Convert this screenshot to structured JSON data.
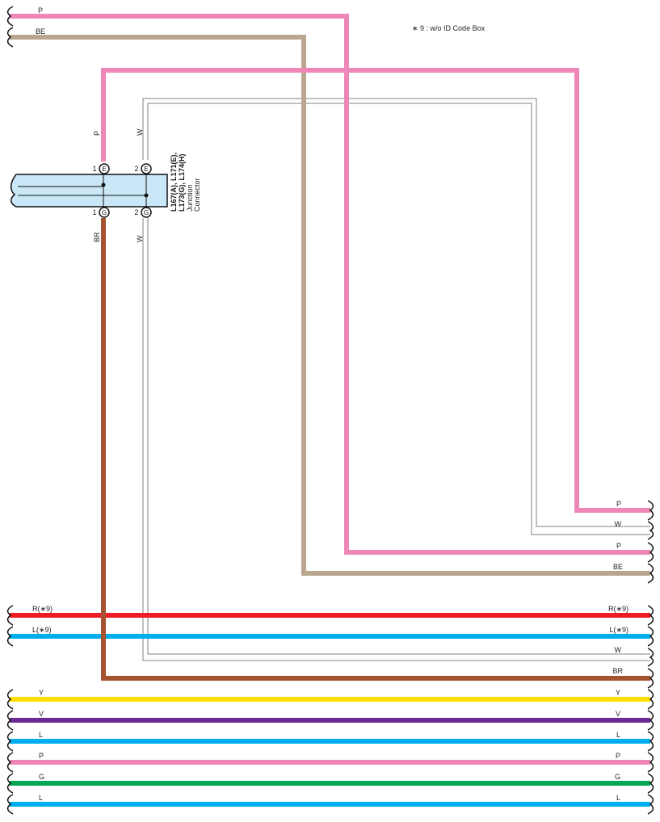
{
  "note": "∗ 9 : w/o ID Code Box",
  "colors": {
    "P": "#EE86B7",
    "BE": "#B8A68E",
    "W": "#808080",
    "BR": "#A3532F",
    "R": "#EE1C25",
    "L": "#00AEEF",
    "Y": "#FFDD00",
    "V": "#6A2C91",
    "G": "#00A651",
    "connector_fill": "#C9E7F7"
  },
  "connector": {
    "name_line1": "L167(A), L171(E),",
    "name_line2": "L173(G), L174(H)",
    "desc_line1": "Junction",
    "desc_line2": "Connector",
    "pins": [
      {
        "num": "1",
        "letter": "E"
      },
      {
        "num": "2",
        "letter": "E"
      },
      {
        "num": "1",
        "letter": "G"
      },
      {
        "num": "2",
        "letter": "G"
      }
    ]
  },
  "wire_labels": {
    "top_left_p": "P",
    "top_left_be": "BE",
    "vert_p": "P",
    "vert_w_top": "W",
    "vert_br": "BR",
    "vert_w_bottom": "W",
    "right_p1": "P",
    "right_w1": "W",
    "right_p2": "P",
    "right_be": "BE",
    "r9_left": "R(∗9)",
    "r9_right": "R(∗9)",
    "l9_left": "L(∗9)",
    "l9_right": "L(∗9)",
    "right_w2": "W",
    "right_br": "BR",
    "y_left": "Y",
    "y_right": "Y",
    "v_left": "V",
    "v_right": "V",
    "l1_left": "L",
    "l1_right": "L",
    "p3_left": "P",
    "p3_right": "P",
    "g_left": "G",
    "g_right": "G",
    "l2_left": "L",
    "l2_right": "L"
  }
}
